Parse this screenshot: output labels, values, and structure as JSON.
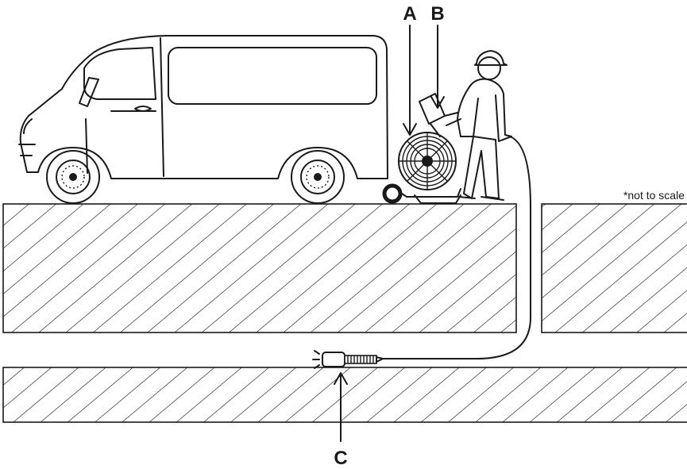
{
  "labels": {
    "a": "A",
    "b": "B",
    "c": "C"
  },
  "note": "*not to scale",
  "colors": {
    "ink": "#1a1a1a",
    "background": "#ffffff"
  },
  "icons": [
    "van-icon",
    "cable-reel-icon",
    "monitor-icon",
    "worker-icon",
    "camera-head-icon"
  ]
}
